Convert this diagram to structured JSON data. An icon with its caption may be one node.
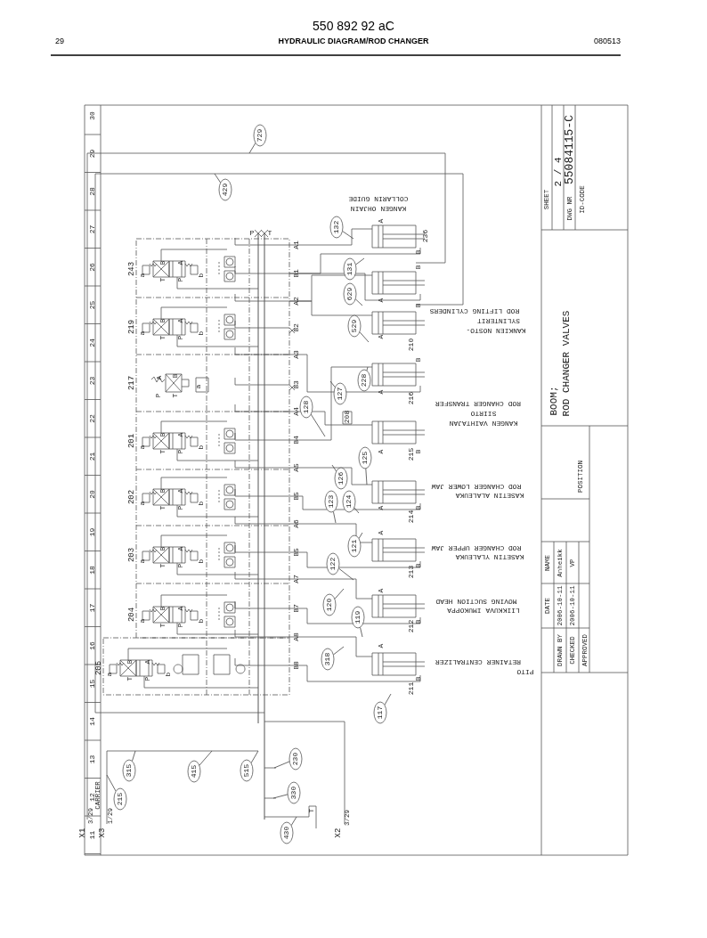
{
  "diagram": {
    "title": "HYDRAULIC DIAGRAM/ROD CHANGER",
    "nodes": [
      {
        "text": [
          "729"
        ]
      },
      {
        "text": [
          "429"
        ]
      },
      {
        "text": [
          "132"
        ]
      },
      {
        "text": [
          "131"
        ]
      },
      {
        "text": [
          "629"
        ]
      },
      {
        "text": [
          "529"
        ]
      },
      {
        "text": [
          "128"
        ]
      },
      {
        "text": [
          "127"
        ]
      },
      {
        "text": [
          "228"
        ]
      },
      {
        "text": [
          "126"
        ]
      },
      {
        "text": [
          "125"
        ]
      },
      {
        "text": [
          "123"
        ]
      },
      {
        "text": [
          "124"
        ]
      },
      {
        "text": [
          "121"
        ]
      },
      {
        "text": [
          "122"
        ]
      },
      {
        "text": [
          "120"
        ]
      },
      {
        "text": [
          "119"
        ]
      },
      {
        "text": [
          "318"
        ]
      },
      {
        "text": [
          "117"
        ]
      },
      {
        "text": [
          "315"
        ]
      },
      {
        "text": [
          "415"
        ]
      },
      {
        "text": [
          "515"
        ]
      },
      {
        "text": [
          "215"
        ]
      },
      {
        "text": [
          "230"
        ]
      },
      {
        "text": [
          "330"
        ]
      },
      {
        "text": [
          "430"
        ]
      }
    ],
    "edges": [
      {
        "from": 0,
        "to": null,
        "arrow": "none"
      },
      {
        "from": 1,
        "to": null,
        "arrow": "none"
      },
      {
        "from": 2,
        "to": null,
        "arrow": "none"
      },
      {
        "from": 3,
        "to": null,
        "arrow": "none"
      },
      {
        "from": 4,
        "to": null,
        "arrow": "none"
      },
      {
        "from": 5,
        "to": null,
        "arrow": "none"
      },
      {
        "from": 6,
        "to": null,
        "arrow": "none"
      },
      {
        "from": 7,
        "to": null,
        "arrow": "none"
      },
      {
        "from": 8,
        "to": null,
        "arrow": "none"
      },
      {
        "from": 9,
        "to": null,
        "arrow": "none"
      },
      {
        "from": 10,
        "to": null,
        "arrow": "none"
      },
      {
        "from": 11,
        "to": null,
        "arrow": "none"
      },
      {
        "from": 12,
        "to": null,
        "arrow": "none"
      },
      {
        "from": 13,
        "to": null,
        "arrow": "none"
      },
      {
        "from": 14,
        "to": null,
        "arrow": "none"
      },
      {
        "from": 15,
        "to": null,
        "arrow": "none"
      },
      {
        "from": 16,
        "to": null,
        "arrow": "none"
      },
      {
        "from": 17,
        "to": null,
        "arrow": "none"
      },
      {
        "from": 18,
        "to": null,
        "arrow": "none"
      },
      {
        "from": 19,
        "to": null,
        "arrow": "none"
      },
      {
        "from": 20,
        "to": null,
        "arrow": "none"
      },
      {
        "from": 21,
        "to": null,
        "arrow": "none"
      },
      {
        "from": 22,
        "to": null,
        "arrow": "none"
      },
      {
        "from": 23,
        "to": null,
        "arrow": "none"
      },
      {
        "from": 24,
        "to": null,
        "arrow": "none"
      },
      {
        "from": 25,
        "to": null,
        "arrow": "none"
      }
    ],
    "labels": [
      "550 892 92 aC",
      "29",
      "080513",
      "30",
      "29",
      "28",
      "27",
      "26",
      "25",
      "24",
      "23",
      "22",
      "21",
      "20",
      "19",
      "18",
      "17",
      "16",
      "15",
      "14",
      "13",
      "12",
      "11",
      "243",
      "219",
      "217",
      "201",
      "202",
      "203",
      "204",
      "205",
      "a",
      "B",
      "A",
      "T",
      "P",
      "b",
      "a",
      "B",
      "A",
      "T",
      "P",
      "b",
      "A",
      "B",
      "P",
      "T",
      "a",
      "a",
      "B",
      "A",
      "T",
      "P",
      "b",
      "a",
      "B",
      "A",
      "T",
      "P",
      "b",
      "a",
      "B",
      "A",
      "T",
      "P",
      "b",
      "a",
      "B",
      "A",
      "T",
      "P",
      "b",
      "a",
      "B",
      "A",
      "T",
      "P",
      "b",
      "P",
      "T",
      "A1",
      "B1",
      "A2",
      "B2",
      "A3",
      "B3",
      "A4",
      "B4",
      "A5",
      "B5",
      "A6",
      "B5",
      "A7",
      "B7",
      "A8",
      "B8",
      "236",
      "210",
      "216",
      "215",
      "214",
      "213",
      "212",
      "211",
      "208",
      "A",
      "B",
      "B",
      "A",
      "B",
      "A",
      "B",
      "A",
      "A",
      "B",
      "A",
      "B",
      "A",
      "B",
      "A",
      "B",
      "A",
      "B",
      "KANGEN OHJAIN",
      "COLLARIN GUIDE",
      "KANKIEN NOSTO-",
      "SYLINTERIT",
      "ROD LIFTING CYLINDERS",
      "KANGEN VAIHTAJAN",
      "SIIRTO",
      "ROD CHANGER TRANSFER",
      "KASETIN ALALEUKA",
      "ROD CHANGER LOWER JAW",
      "KASETIN YLALEUKA",
      "ROD CHANGER UPPER JAW",
      "LIIKKUVA IMUKOPPA",
      "MOVING SUCTION HEAD",
      "PITO",
      "RETAINER CENTRALIZER",
      "X1",
      "3/29",
      "X3",
      "1/29",
      "CARRIER",
      "X2",
      "3/29",
      "T",
      "SHEET",
      "2 / 4",
      "DWG NR",
      "55084115-C",
      "ID-CODE",
      "BOOM;",
      "ROD CHANGER VALVES",
      "POSITION",
      "DATE",
      "NAME",
      "DRAWN BY",
      "2006-10-11",
      "Anheikk",
      "CHECKED",
      "2006-10-11",
      "VP",
      "APPROVED"
    ]
  }
}
